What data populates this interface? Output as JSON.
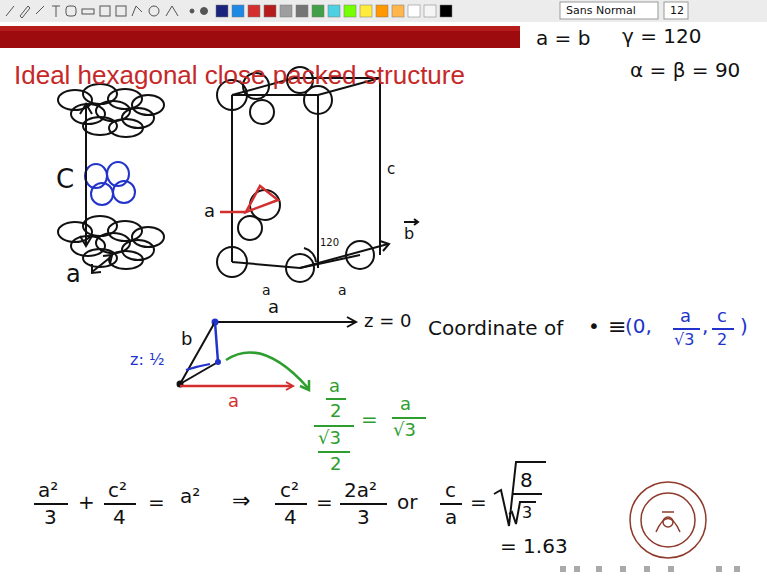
{
  "diagram": {
    "title": "Ideal hexagonal close packed structure",
    "labels": [
      "Sans Normal",
      "12",
      "C",
      "a",
      "a",
      "c",
      "b",
      "120",
      "a",
      "a",
      "a = b",
      "γ = 120",
      "α = β = 90",
      "a",
      "z = 0",
      "b",
      "z: ½",
      "a",
      "a",
      "2",
      "√3",
      "2",
      "=",
      "a",
      "√3",
      "Coordinate of",
      "•",
      "≡",
      "(0,",
      "a",
      "√3",
      ",",
      "c",
      "2",
      ")",
      "a²",
      "3",
      "+",
      "c²",
      "4",
      "=",
      "a²",
      "⇒",
      "c²",
      "4",
      "=",
      "2a²",
      "3",
      "or",
      "c",
      "a",
      "=",
      "8",
      "3",
      "= 1.63"
    ]
  }
}
